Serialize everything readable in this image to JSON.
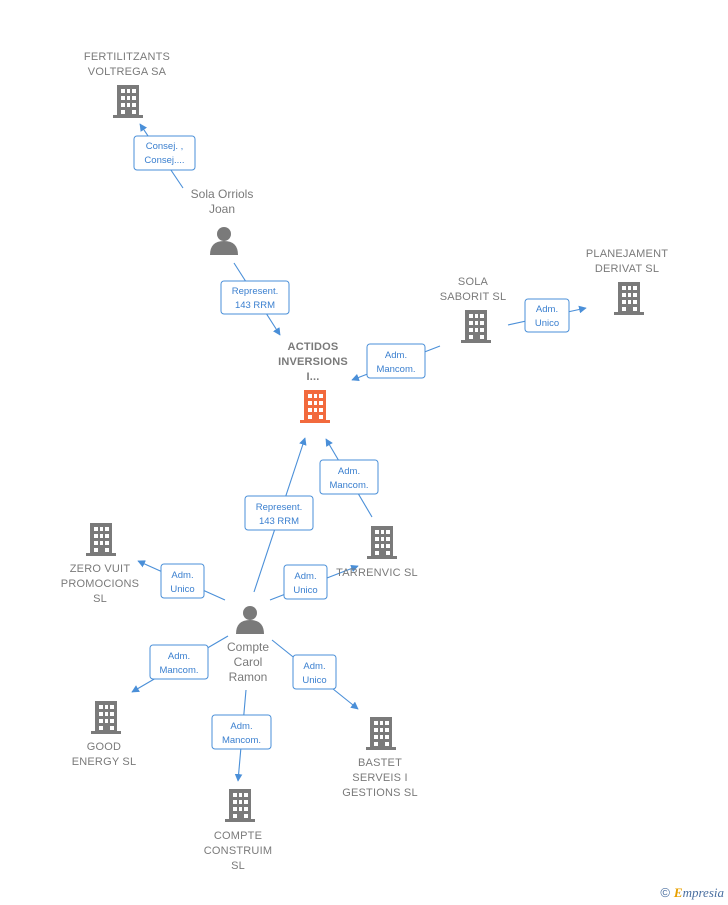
{
  "colors": {
    "edge": "#4a8fd8",
    "company": "#7a7a7a",
    "center_company": "#f26a3d",
    "person": "#7a7a7a"
  },
  "nodes": {
    "fertilitzants": {
      "lines": [
        "FERTILITZANTS",
        "VOLTREGA SA"
      ],
      "icon": "building-icon"
    },
    "sola_orriols": {
      "lines": [
        "Sola Orriols",
        "Joan"
      ],
      "icon": "person-icon"
    },
    "actidos": {
      "lines": [
        "ACTIDOS",
        "INVERSIONS",
        "I..."
      ],
      "icon": "building-icon"
    },
    "sola_saborit": {
      "lines": [
        "SOLA",
        "SABORIT SL"
      ],
      "icon": "building-icon"
    },
    "planejament": {
      "lines": [
        "PLANEJAMENT",
        "DERIVAT SL"
      ],
      "icon": "building-icon"
    },
    "zero_vuit": {
      "lines": [
        "ZERO VUIT",
        "PROMOCIONS",
        "SL"
      ],
      "icon": "building-icon"
    },
    "tarrenvic": {
      "lines": [
        "TARRENVIC  SL"
      ],
      "icon": "building-icon"
    },
    "compte_carol": {
      "lines": [
        "Compte",
        "Carol",
        "Ramon"
      ],
      "icon": "person-icon"
    },
    "good_energy": {
      "lines": [
        "GOOD",
        "ENERGY  SL"
      ],
      "icon": "building-icon"
    },
    "bastet": {
      "lines": [
        "BASTET",
        "SERVEIS I",
        "GESTIONS  SL"
      ],
      "icon": "building-icon"
    },
    "compte_construim": {
      "lines": [
        "COMPTE",
        "CONSTRUIM",
        "SL"
      ],
      "icon": "building-icon"
    }
  },
  "edges": {
    "e1": {
      "lines": [
        "Consej. ,",
        "Consej...."
      ]
    },
    "e2": {
      "lines": [
        "Represent.",
        "143 RRM"
      ]
    },
    "e3": {
      "lines": [
        "Adm.",
        "Mancom."
      ]
    },
    "e4": {
      "lines": [
        "Adm.",
        "Unico"
      ]
    },
    "e5": {
      "lines": [
        "Represent.",
        "143 RRM"
      ]
    },
    "e6": {
      "lines": [
        "Adm.",
        "Mancom."
      ]
    },
    "e7": {
      "lines": [
        "Adm.",
        "Unico"
      ]
    },
    "e8": {
      "lines": [
        "Adm.",
        "Unico"
      ]
    },
    "e9": {
      "lines": [
        "Adm.",
        "Mancom."
      ]
    },
    "e10": {
      "lines": [
        "Adm.",
        "Unico"
      ]
    },
    "e11": {
      "lines": [
        "Adm.",
        "Mancom."
      ]
    }
  },
  "footer": {
    "copyright": "©",
    "brand_initial": "E",
    "brand_rest": "mpresia"
  }
}
